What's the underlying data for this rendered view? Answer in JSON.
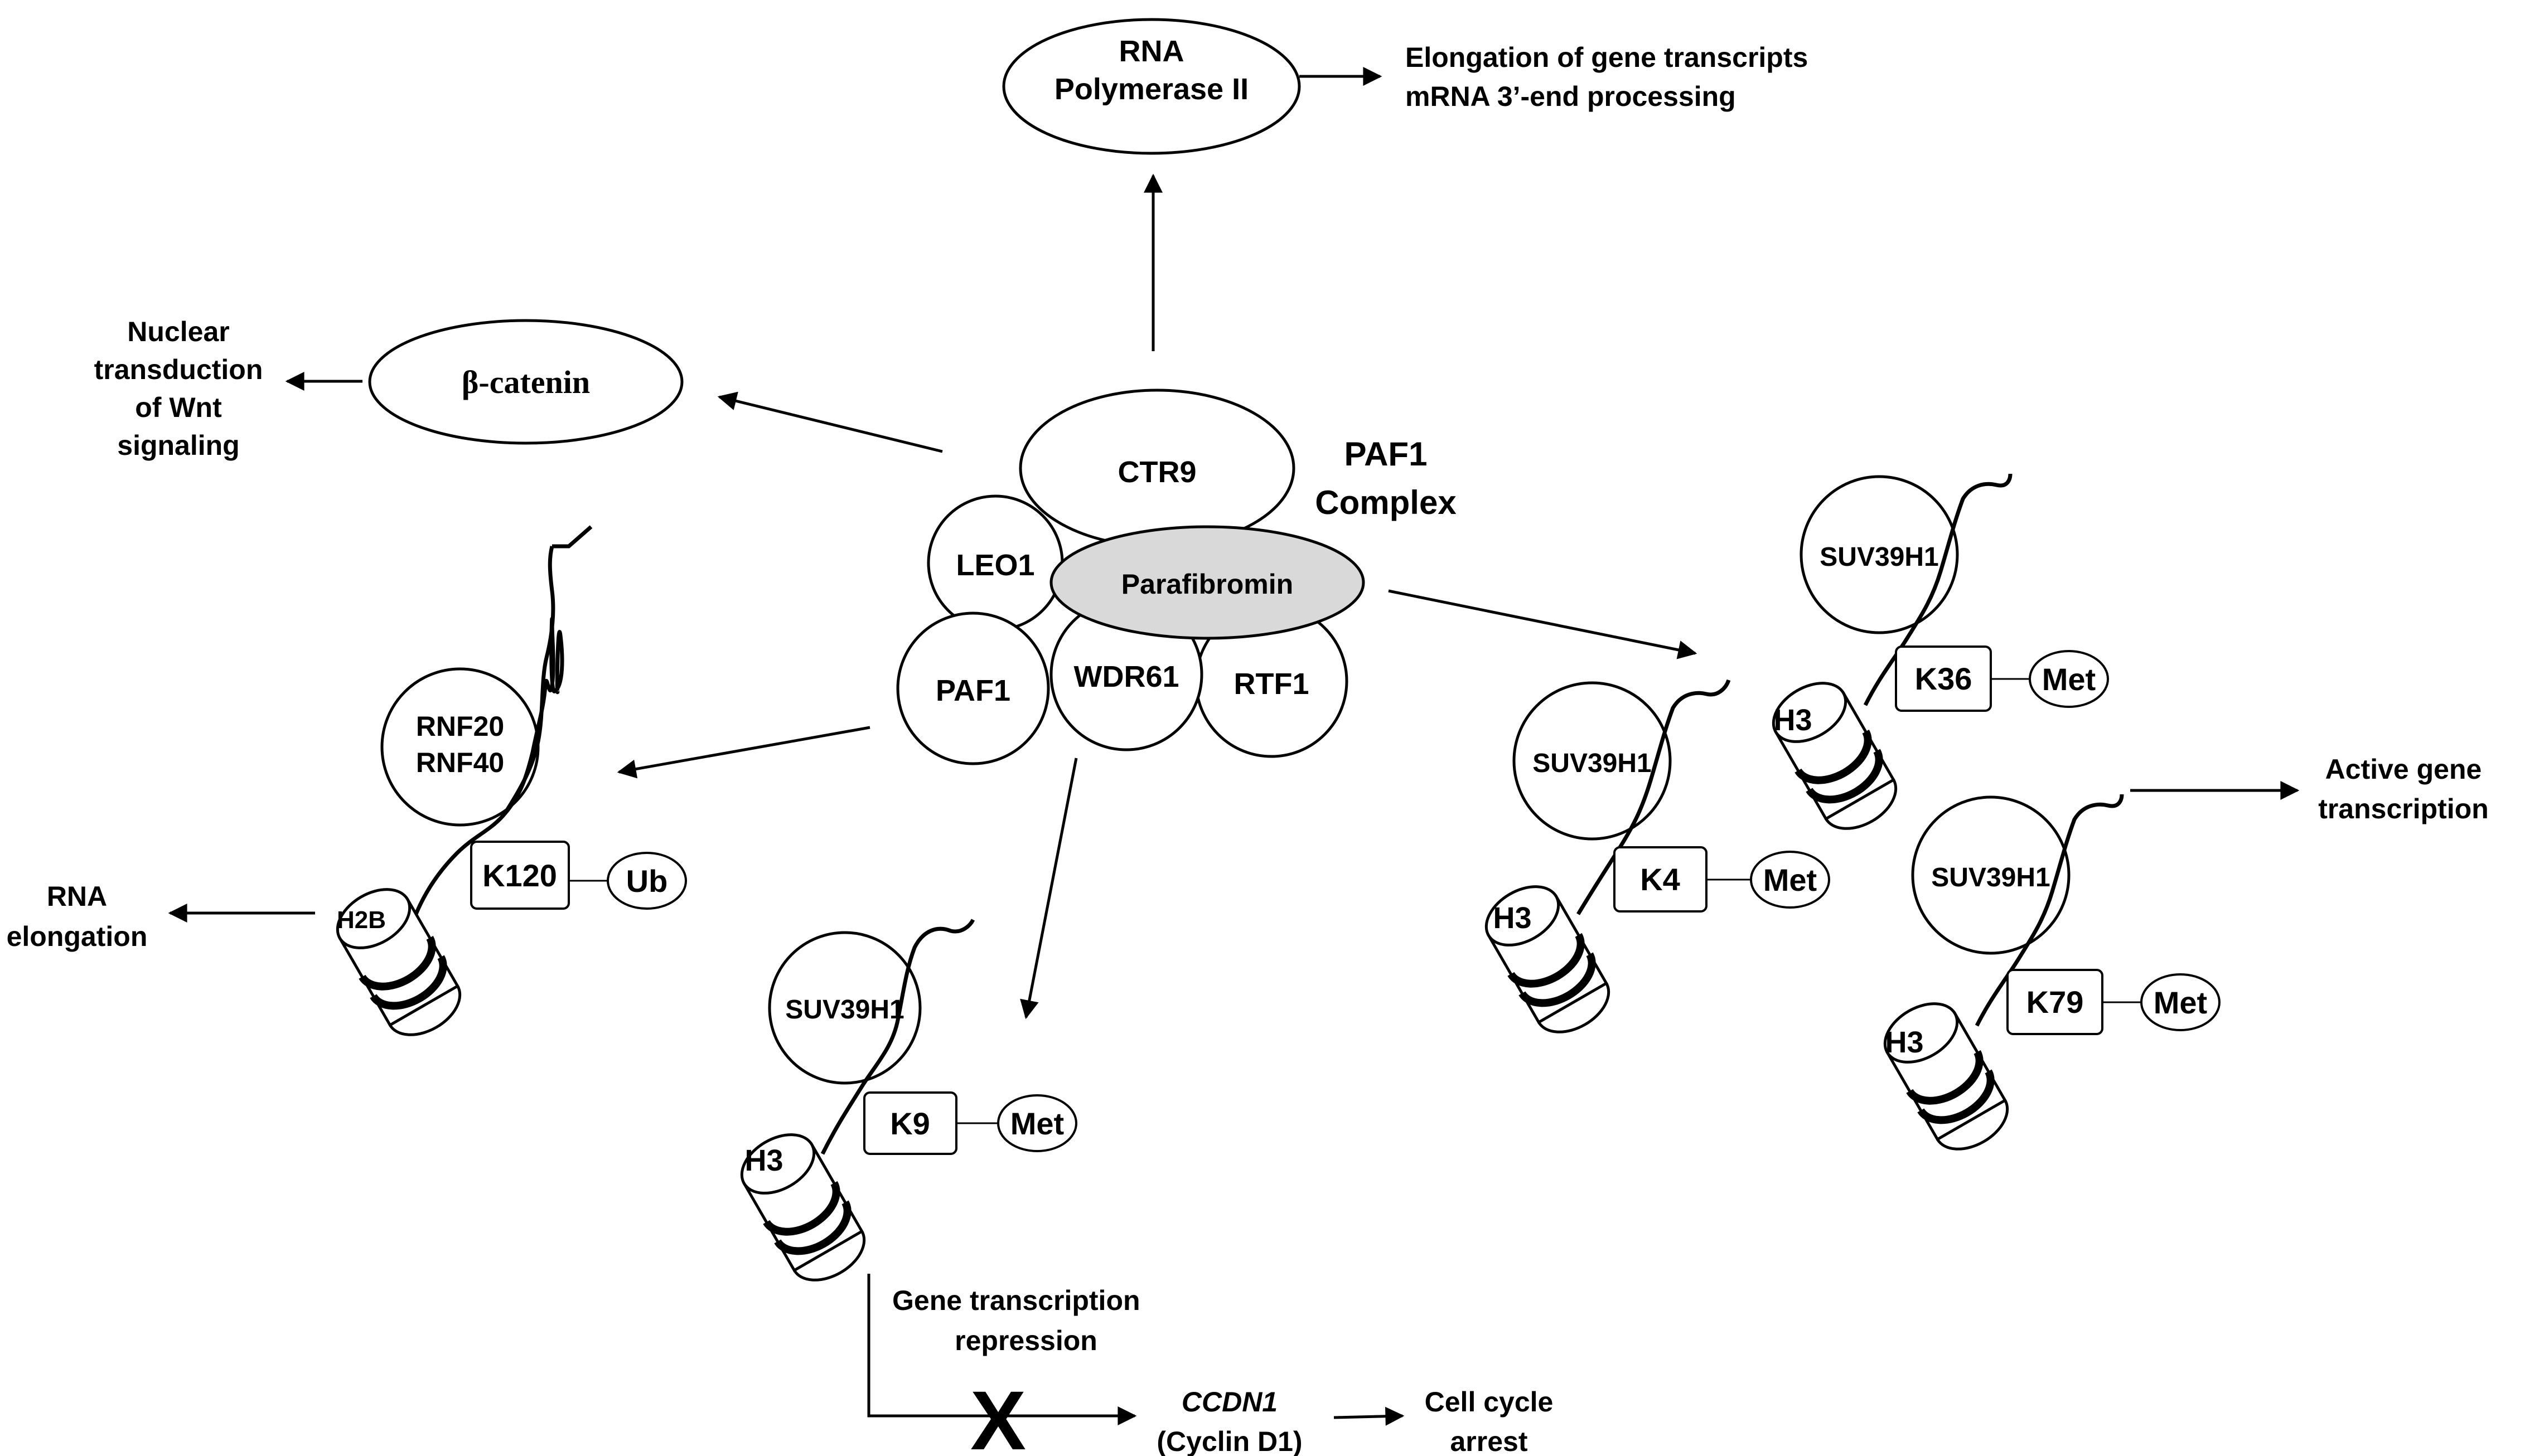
{
  "nodes": {
    "rna_pol_ii": {
      "line1": "RNA",
      "line2": "Polymerase II"
    },
    "beta_catenin": {
      "label": "β-catenin"
    },
    "ctr9": {
      "label": "CTR9"
    },
    "leo1": {
      "label": "LEO1"
    },
    "parafibromin": {
      "label": "Parafibromin"
    },
    "paf1": {
      "label": "PAF1"
    },
    "wdr61": {
      "label": "WDR61"
    },
    "rtf1": {
      "label": "RTF1"
    },
    "paf1_complex": {
      "line1": "PAF1",
      "line2": "Complex"
    }
  },
  "outcomes": {
    "elongation": {
      "line1": "Elongation of gene transcripts",
      "line2": "mRNA 3’-end processing"
    },
    "wnt": {
      "line1": "Nuclear",
      "line2": "transduction",
      "line3": "of Wnt",
      "line4": "signaling"
    },
    "rna_elongation": {
      "line1": "RNA",
      "line2": "elongation"
    },
    "active_transcription": {
      "line1": "Active gene",
      "line2": "transcription"
    },
    "repression": {
      "line1": "Gene transcription",
      "line2": "repression"
    },
    "ccdn1": {
      "line1": "CCDN1",
      "line2": "(Cyclin D1)"
    },
    "cell_cycle": {
      "line1": "Cell cycle",
      "line2": "arrest"
    },
    "block_mark": "X"
  },
  "histones": {
    "h2b": {
      "enzyme_line1": "RNF20",
      "enzyme_line2": "RNF40",
      "histone": "H2B",
      "residue": "K120",
      "mod": "Ub"
    },
    "h3_k9": {
      "enzyme": "SUV39H1",
      "histone": "H3",
      "residue": "K9",
      "mod": "Met"
    },
    "h3_k4": {
      "enzyme": "SUV39H1",
      "histone": "H3",
      "residue": "K4",
      "mod": "Met"
    },
    "h3_k36": {
      "enzyme": "SUV39H1",
      "histone": "H3",
      "residue": "K36",
      "mod": "Met"
    },
    "h3_k79": {
      "enzyme": "SUV39H1",
      "histone": "H3",
      "residue": "K79",
      "mod": "Met"
    }
  },
  "colors": {
    "ink": "#000000",
    "parafibromin_fill": "#d9d9d9",
    "background": "#ffffff"
  }
}
